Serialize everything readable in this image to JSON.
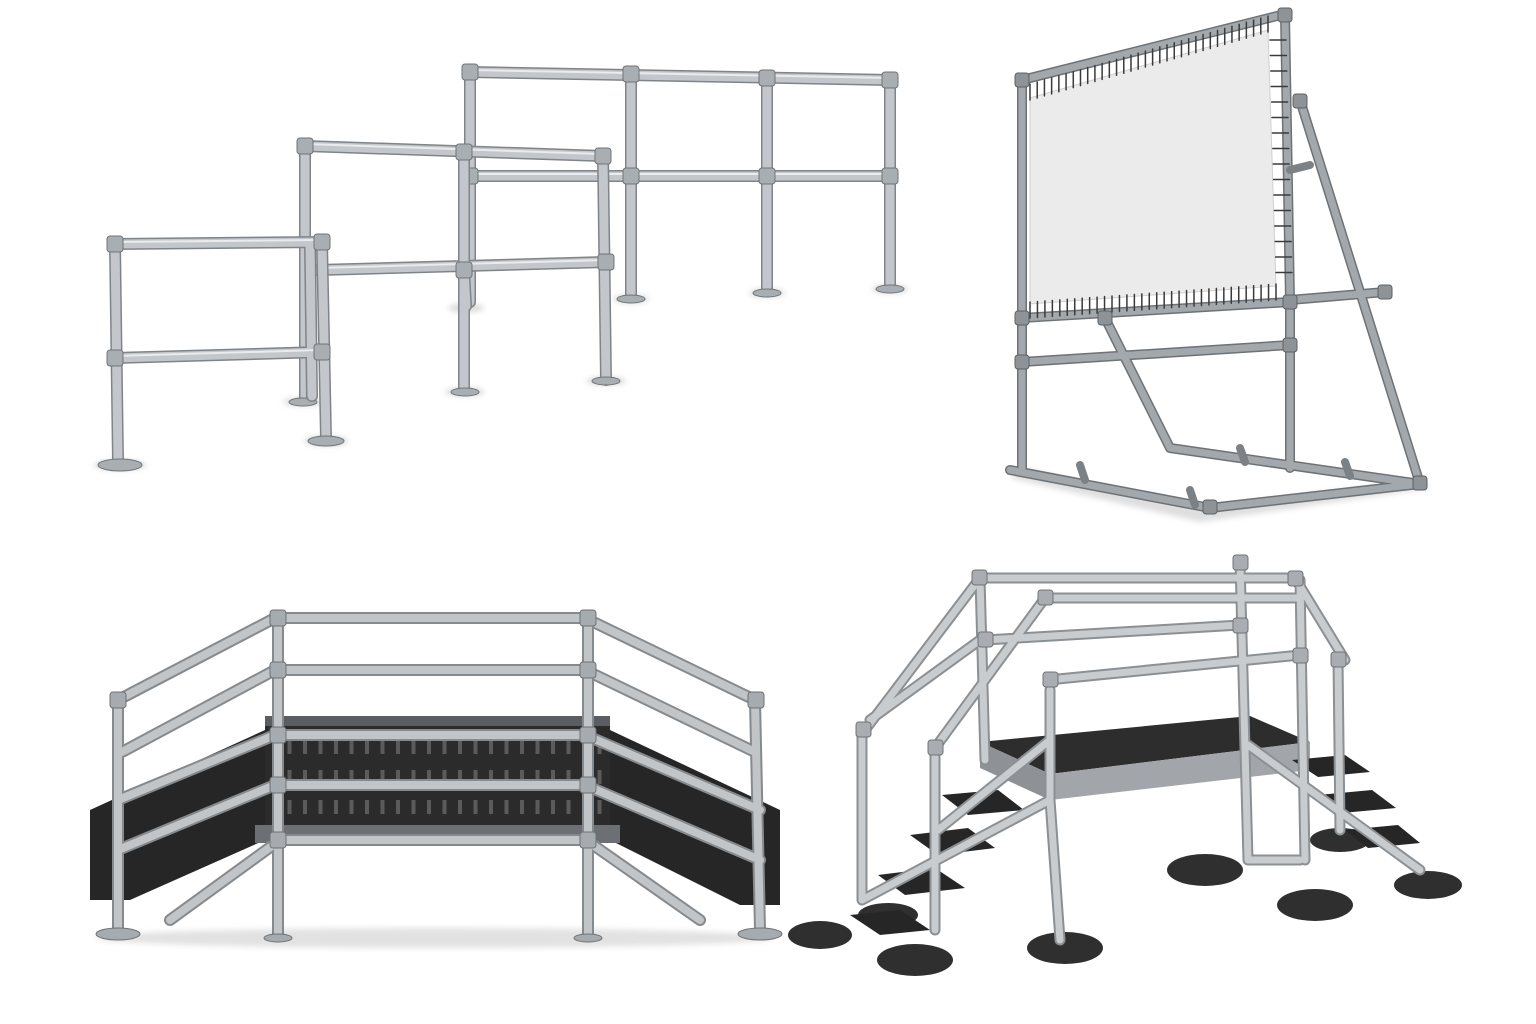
{
  "scene": {
    "background": "#ffffff",
    "products": [
      {
        "name": "tube-clamp-handrail-sections",
        "icon": "railing-icon"
      },
      {
        "name": "banner-display-frame",
        "icon": "banner-frame-icon"
      },
      {
        "name": "wide-crossover-step-platform",
        "icon": "wide-step-platform-icon"
      },
      {
        "name": "crossover-step-platform",
        "icon": "step-platform-icon"
      }
    ]
  },
  "colors": {
    "galvanized_tube": "#b9bdc1",
    "tube_shadow": "#7d8287",
    "tube_highlight": "#e6e8ea",
    "dark_tube": "#8a8e92",
    "banner": "#ebebeb",
    "grating": "#2a2a2a",
    "rubber_foot": "#303030"
  }
}
